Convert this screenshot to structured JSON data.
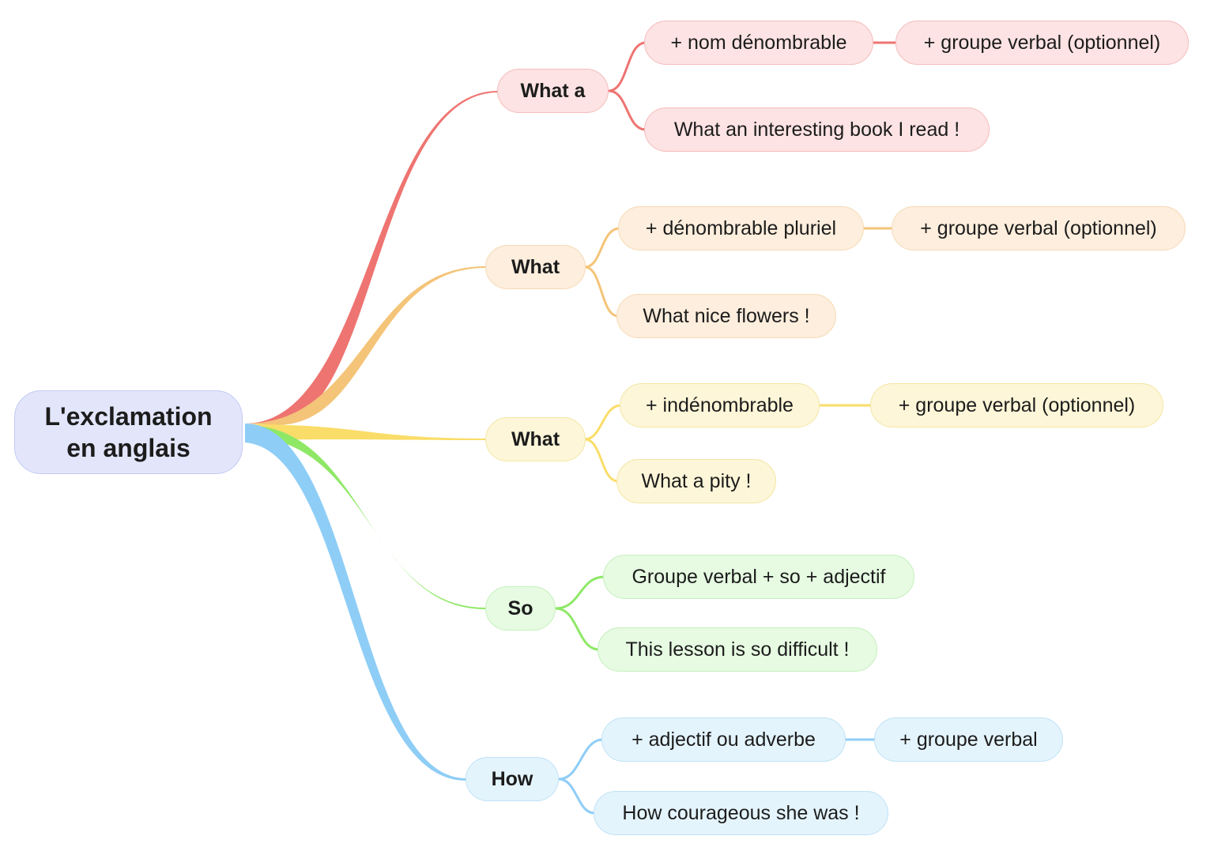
{
  "colors": {
    "red": "#ee7471",
    "orange": "#f4c478",
    "yellow": "#fadd68",
    "green": "#8ee866",
    "blue": "#8ecdf6"
  },
  "root": {
    "line1": "L'exclamation",
    "line2": "en anglais"
  },
  "branches": [
    {
      "label": "What a",
      "rule": "+ nom dénombrable",
      "rule_detail": "+ groupe verbal (optionnel)",
      "example": "What an interesting book I read !"
    },
    {
      "label": "What",
      "rule": "+ dénombrable pluriel",
      "rule_detail": "+ groupe verbal (optionnel)",
      "example": "What nice flowers !"
    },
    {
      "label": "What",
      "rule": "+ indénombrable",
      "rule_detail": "+ groupe verbal (optionnel)",
      "example": "What a pity !"
    },
    {
      "label": "So",
      "rule": "Groupe verbal + so + adjectif",
      "example": "This lesson is so difficult !"
    },
    {
      "label": "How",
      "rule": "+ adjectif ou adverbe",
      "rule_detail": "+ groupe verbal",
      "example": "How courageous she was !"
    }
  ]
}
